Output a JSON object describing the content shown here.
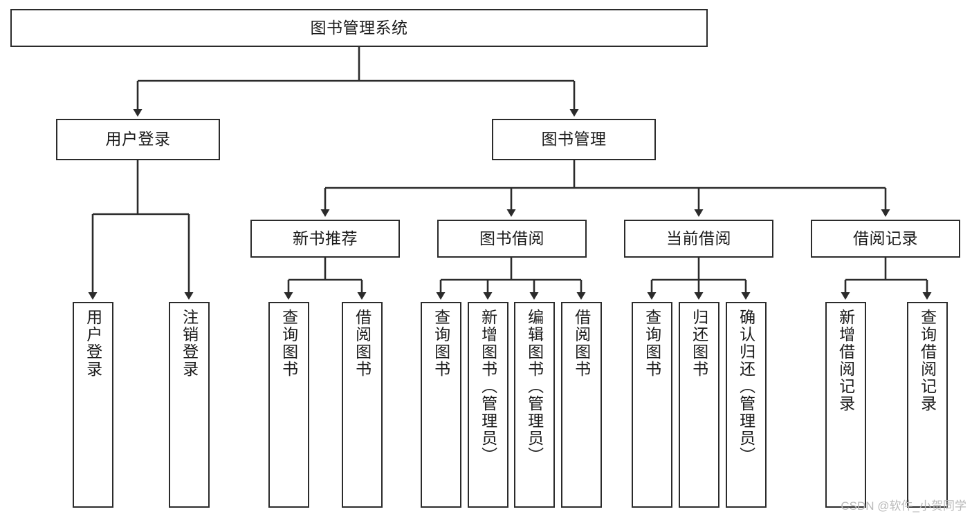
{
  "diagram": {
    "title": "图书管理系统",
    "type": "tree",
    "watermark": "CSDN @软件_小贺同学",
    "colors": {
      "stroke": "#2b2b2b",
      "fill": "#ffffff",
      "text": "#1b1b1b",
      "watermark": "#b9b9b9"
    },
    "root": {
      "id": "root",
      "label": "图书管理系统"
    },
    "level2": [
      {
        "id": "user-login",
        "label": "用户登录"
      },
      {
        "id": "book-manage",
        "label": "图书管理"
      }
    ],
    "level3": [
      {
        "id": "new-book-recommend",
        "label": "新书推荐"
      },
      {
        "id": "book-borrow",
        "label": "图书借阅"
      },
      {
        "id": "current-borrow",
        "label": "当前借阅"
      },
      {
        "id": "borrow-record",
        "label": "借阅记录"
      }
    ],
    "leaves": {
      "user_login": [
        {
          "id": "leaf-user-login",
          "label": "用户登录"
        },
        {
          "id": "leaf-logout-login",
          "label": "注销登录"
        }
      ],
      "new_book_recommend": [
        {
          "id": "leaf-query-book-1",
          "label": "查询图书"
        },
        {
          "id": "leaf-borrow-book-1",
          "label": "借阅图书"
        }
      ],
      "book_borrow": [
        {
          "id": "leaf-query-book-2",
          "label": "查询图书"
        },
        {
          "id": "leaf-add-book",
          "label": "新增图书（管理员）"
        },
        {
          "id": "leaf-edit-book",
          "label": "编辑图书（管理员）"
        },
        {
          "id": "leaf-borrow-book-2",
          "label": "借阅图书"
        }
      ],
      "current_borrow": [
        {
          "id": "leaf-query-book-3",
          "label": "查询图书"
        },
        {
          "id": "leaf-return-book",
          "label": "归还图书"
        },
        {
          "id": "leaf-confirm-return",
          "label": "确认归还（管理员）"
        }
      ],
      "borrow_record": [
        {
          "id": "leaf-add-record",
          "label": "新增借阅记录"
        },
        {
          "id": "leaf-query-record",
          "label": "查询借阅记录"
        }
      ]
    }
  }
}
